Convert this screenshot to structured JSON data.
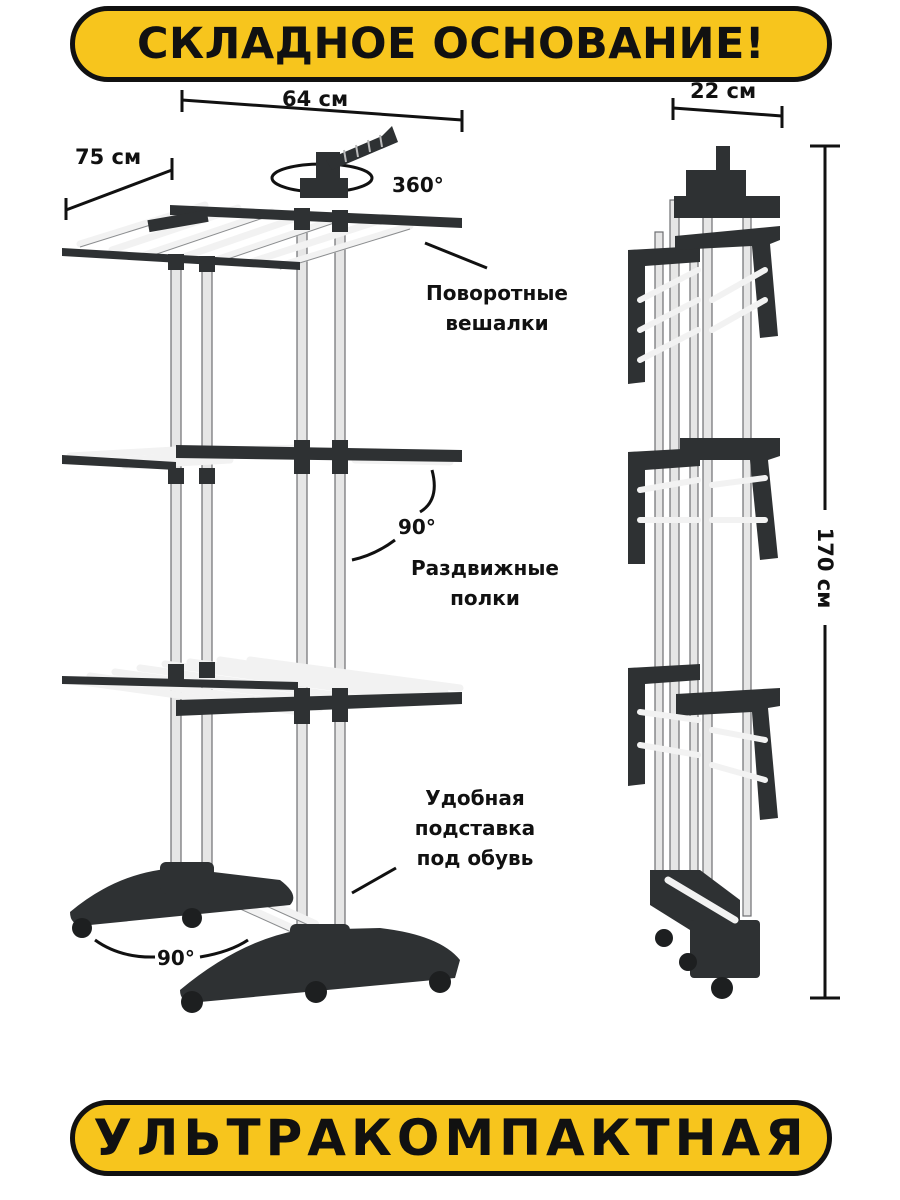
{
  "top_banner": {
    "text": "СКЛАДНОЕ ОСНОВАНИЕ!"
  },
  "bottom_banner": {
    "text": "УЛЬТРАКОМПАКТНАЯ"
  },
  "dimensions": {
    "width": "64 см",
    "depth": "75 см",
    "folded_depth": "22 см",
    "height": "170 см"
  },
  "angles": {
    "rotation": "360°",
    "shelf_fold": "90°",
    "base_fold": "90°"
  },
  "features": {
    "rotating_hangers": [
      "Поворотные",
      "вешалки"
    ],
    "extendable_shelves": [
      "Раздвижные",
      "полки"
    ],
    "shoe_stand": [
      "Удобная",
      "подставка",
      "под обувь"
    ]
  },
  "colors": {
    "banner_fill": "#f7c51d",
    "frame_dark": "#2e3133",
    "rods": "#f2f2f2"
  }
}
